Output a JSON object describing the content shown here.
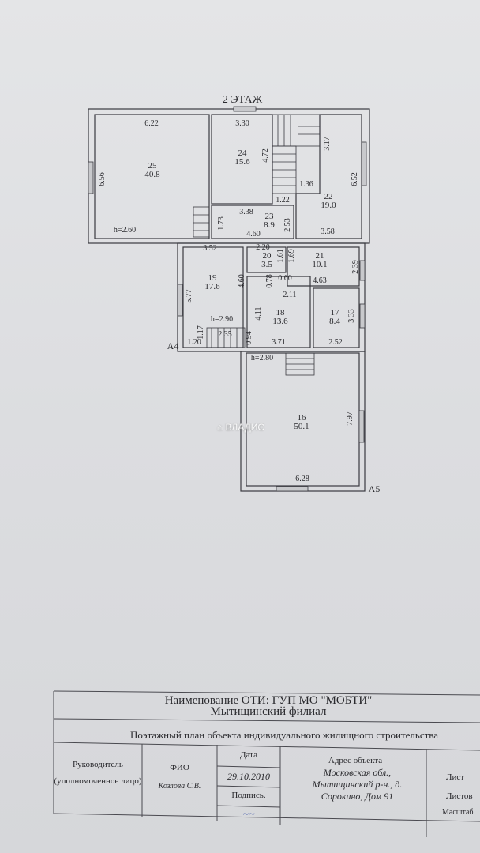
{
  "floor_title": "2 ЭТАЖ",
  "rooms": [
    {
      "num": "25",
      "area": "40.8"
    },
    {
      "num": "24",
      "area": "15.6"
    },
    {
      "num": "23",
      "area": "8.9"
    },
    {
      "num": "22",
      "area": "19.0"
    },
    {
      "num": "19",
      "area": "17.6"
    },
    {
      "num": "20",
      "area": "3.5"
    },
    {
      "num": "21",
      "area": "10.1"
    },
    {
      "num": "18",
      "area": "13.6"
    },
    {
      "num": "17",
      "area": "8.4"
    },
    {
      "num": "16",
      "area": "50.1"
    }
  ],
  "dimensions": [
    "6.22",
    "6.56",
    "h=2.60",
    "3.30",
    "4.72",
    "3.38",
    "1.73",
    "4.60",
    "1.22",
    "2.53",
    "3.17",
    "1.36",
    "6.52",
    "3.58",
    "3.52",
    "5.77",
    "4.60",
    "h=2.90",
    "1.17",
    "2.35",
    "1.20",
    "0.94",
    "2.20",
    "1.61",
    "1.69",
    "0.78",
    "0.60",
    "4.63",
    "2.39",
    "2.11",
    "4.11",
    "3.71",
    "3.33",
    "2.52",
    "h=2.80",
    "7.97",
    "6.28"
  ],
  "axis_marks": [
    "A4",
    "A5"
  ],
  "watermark": "ВЛАДИС",
  "title_block": {
    "org": "Наименование ОТИ: ГУП МО \"МОБТИ\"",
    "branch": "Мытищинский филиал",
    "doc_title": "Поэтажный план объекта индивидуального жилищного строительства",
    "head_label": "Руководитель (уполномоченное лицо)",
    "fio_label": "ФИО",
    "fio_value": "Козлова С.В.",
    "date_label": "Дата",
    "date_value": "29.10.2010",
    "sign_label": "Подпись.",
    "address_label": "Адрес объекта",
    "address_value": "Московская обл., Мытищинский р-н., д. Сорокино, Дом 91",
    "sheet_label": "Лист",
    "sheets_label": "Листов",
    "scale_label": "Масштаб"
  }
}
